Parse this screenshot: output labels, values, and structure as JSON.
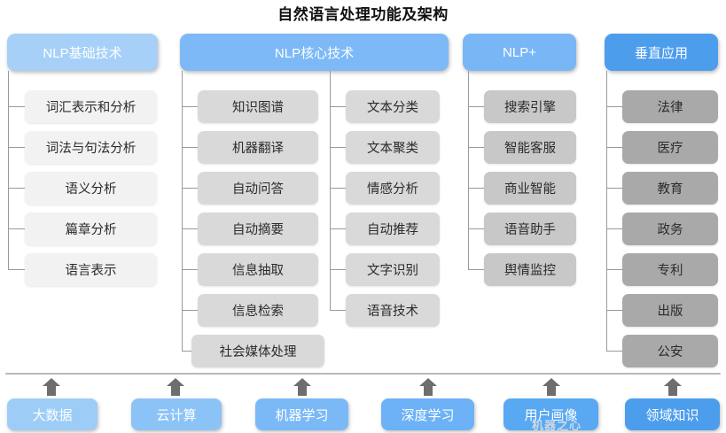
{
  "title": "自然语言处理功能及架构",
  "colors": {
    "col1_header": "#a6d0f7",
    "col2_header": "#7db9f6",
    "col3_header": "#79b6f6",
    "col4_header": "#4d9ded",
    "col1_node": "#f2f2f2",
    "col2_node": "#d9d9d9",
    "col3_node": "#c8c8c8",
    "col4_node": "#a9a9a9",
    "line": "#9a9a9a",
    "arrow": "#6e6e6e",
    "divider": "#b9b9b9",
    "title_text": "#111111"
  },
  "columns": [
    {
      "id": "nlp-basic",
      "header": "NLP基础技术",
      "groups": [
        {
          "items": [
            "词汇表示和分析",
            "词法与句法分析",
            "语义分析",
            "篇章分析",
            "语言表示"
          ]
        }
      ]
    },
    {
      "id": "nlp-core",
      "header": "NLP核心技术",
      "groups": [
        {
          "items": [
            "知识图谱",
            "机器翻译",
            "自动问答",
            "自动摘要",
            "信息抽取",
            "信息检索",
            "社会媒体处理"
          ]
        },
        {
          "items": [
            "文本分类",
            "文本聚类",
            "情感分析",
            "自动推荐",
            "文字识别",
            "语音技术"
          ]
        }
      ]
    },
    {
      "id": "nlp-plus",
      "header": "NLP+",
      "groups": [
        {
          "items": [
            "搜索引擎",
            "智能客服",
            "商业智能",
            "语音助手",
            "舆情监控"
          ]
        }
      ]
    },
    {
      "id": "vertical-apps",
      "header": "垂直应用",
      "groups": [
        {
          "items": [
            "法律",
            "医疗",
            "教育",
            "政务",
            "专利",
            "出版",
            "公安"
          ]
        }
      ]
    }
  ],
  "foundation": {
    "arrow_icon": "arrow-up-icon",
    "items": [
      {
        "label": "大数据",
        "color": "#9dcdf7"
      },
      {
        "label": "云计算",
        "color": "#8cc3f7"
      },
      {
        "label": "机器学习",
        "color": "#7bb9f6"
      },
      {
        "label": "深度学习",
        "color": "#6db2f6"
      },
      {
        "label": "用户画像",
        "color": "#59a8f2"
      },
      {
        "label": "领域知识",
        "color": "#4d9ded"
      }
    ]
  },
  "watermark": "机器之心"
}
